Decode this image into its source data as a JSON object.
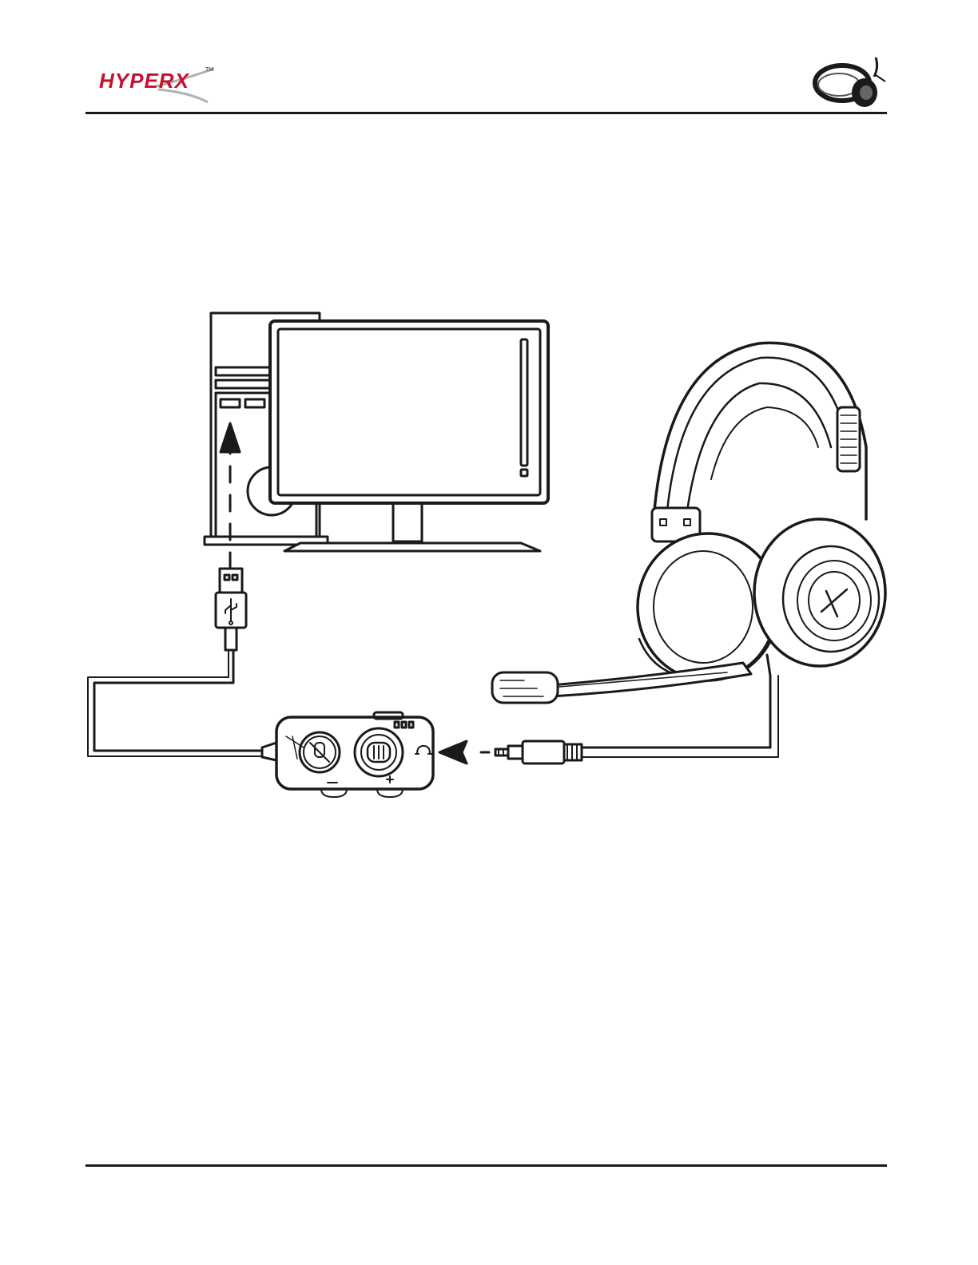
{
  "header": {
    "brand_wordmark": "HYPERX",
    "brand_tm": "TM",
    "brand_color": "#c8102e"
  },
  "diagram": {
    "steps": [
      "plug-headset-into-control-box",
      "plug-usb-into-pc"
    ]
  },
  "icons": [
    "hyperx-logo",
    "headset-thumbnail-icon",
    "usb-symbol-icon",
    "mic-mute-icon",
    "dolby-button-icon",
    "headphone-jack-icon"
  ]
}
